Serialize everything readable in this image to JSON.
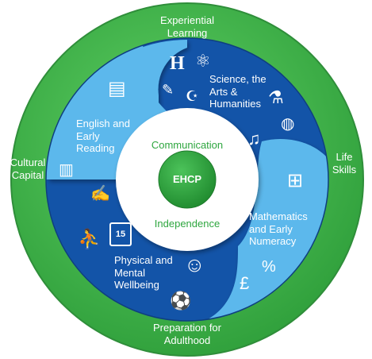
{
  "outer_ring": {
    "top": "Experiential\nLearning",
    "left": "Cultural\nCapital",
    "right": "Life\nSkills",
    "bottom": "Preparation for\nAdulthood"
  },
  "segments": {
    "science": "Science, the\nArts &\nHumanities",
    "english": "English and\nEarly\nReading",
    "maths": "Mathematics\nand Early\nNumeracy",
    "physical": "Physical and\nMental\nWellbeing"
  },
  "inner_ring": {
    "top": "Communication",
    "bottom": "Independence"
  },
  "core": "EHCP",
  "icon_text": {
    "history": "H",
    "pound": "£",
    "percent": "%",
    "shirt_number": "15"
  },
  "colors": {
    "outer_green": "#3fae49",
    "core_green": "#2ea63f",
    "dark_blue": "#1354a8",
    "light_blue": "#5cb8ec",
    "white": "#ffffff"
  }
}
